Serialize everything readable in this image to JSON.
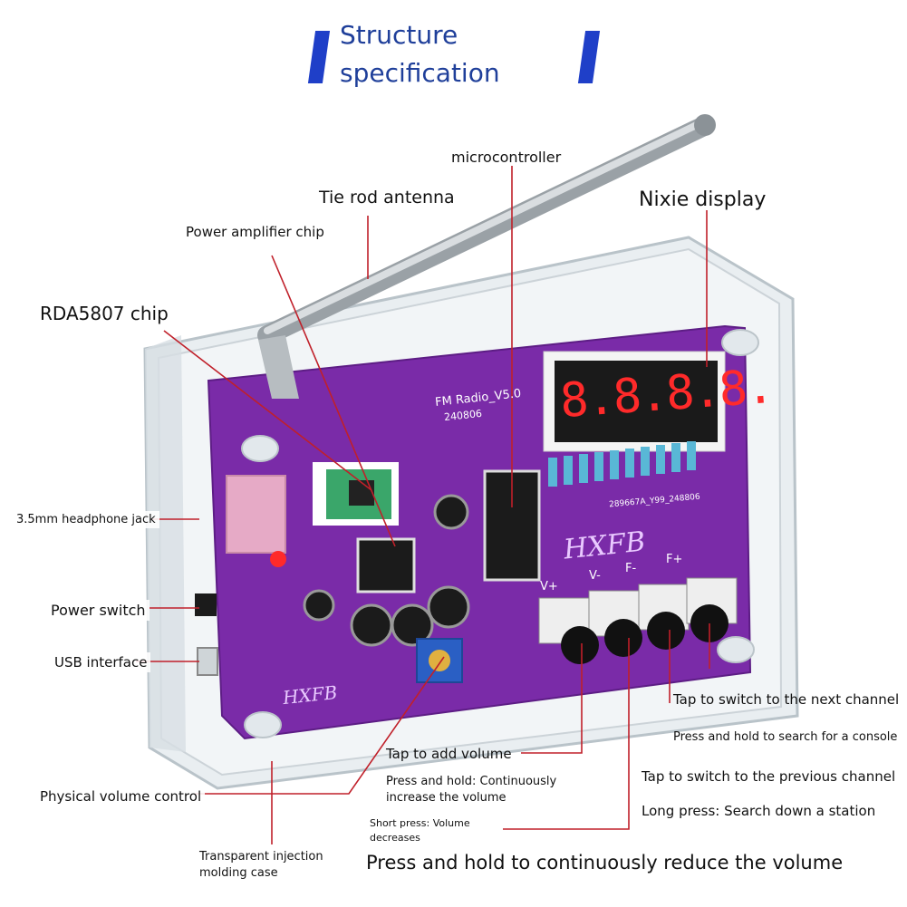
{
  "colors": {
    "title": "#1f3f9a",
    "accent_bar": "#1f3fc8",
    "pcb": "#7a2ba8",
    "leader_line": "#c0202a",
    "case": "#dfe6ea",
    "display_digits": "#ff2a2a"
  },
  "header": {
    "line1": "Structure",
    "line2": "specification"
  },
  "board": {
    "model_text": "FM Radio_V5.0",
    "date_code": "240806",
    "serial": "289667A_Y99_248806",
    "brand_text": "HXFB",
    "display_digits": "8.8.8.8.",
    "button_labels": [
      "V+",
      "V-",
      "F-",
      "F+"
    ]
  },
  "labels": {
    "microcontroller": "microcontroller",
    "antenna": "Tie rod antenna",
    "nixie": "Nixie display",
    "power_amp": "Power amplifier chip",
    "rda_chip": "RDA5807 chip",
    "headphone_jack": "3.5mm headphone jack",
    "power_switch": "Power switch",
    "usb": "USB interface",
    "physical_volume": "Physical volume control",
    "case": "Transparent injection molding case",
    "next_channel": "Tap to switch to the next channel",
    "search_console": "Press and hold to search for a console",
    "prev_channel": "Tap to switch to the previous channel",
    "search_down": "Long press: Search down a station",
    "add_volume": "Tap to add volume",
    "hold_increase": "Press and hold: Continuously increase the volume",
    "short_decrease": "Short press: Volume decreases",
    "hold_reduce": "Press and hold to continuously reduce the volume"
  }
}
